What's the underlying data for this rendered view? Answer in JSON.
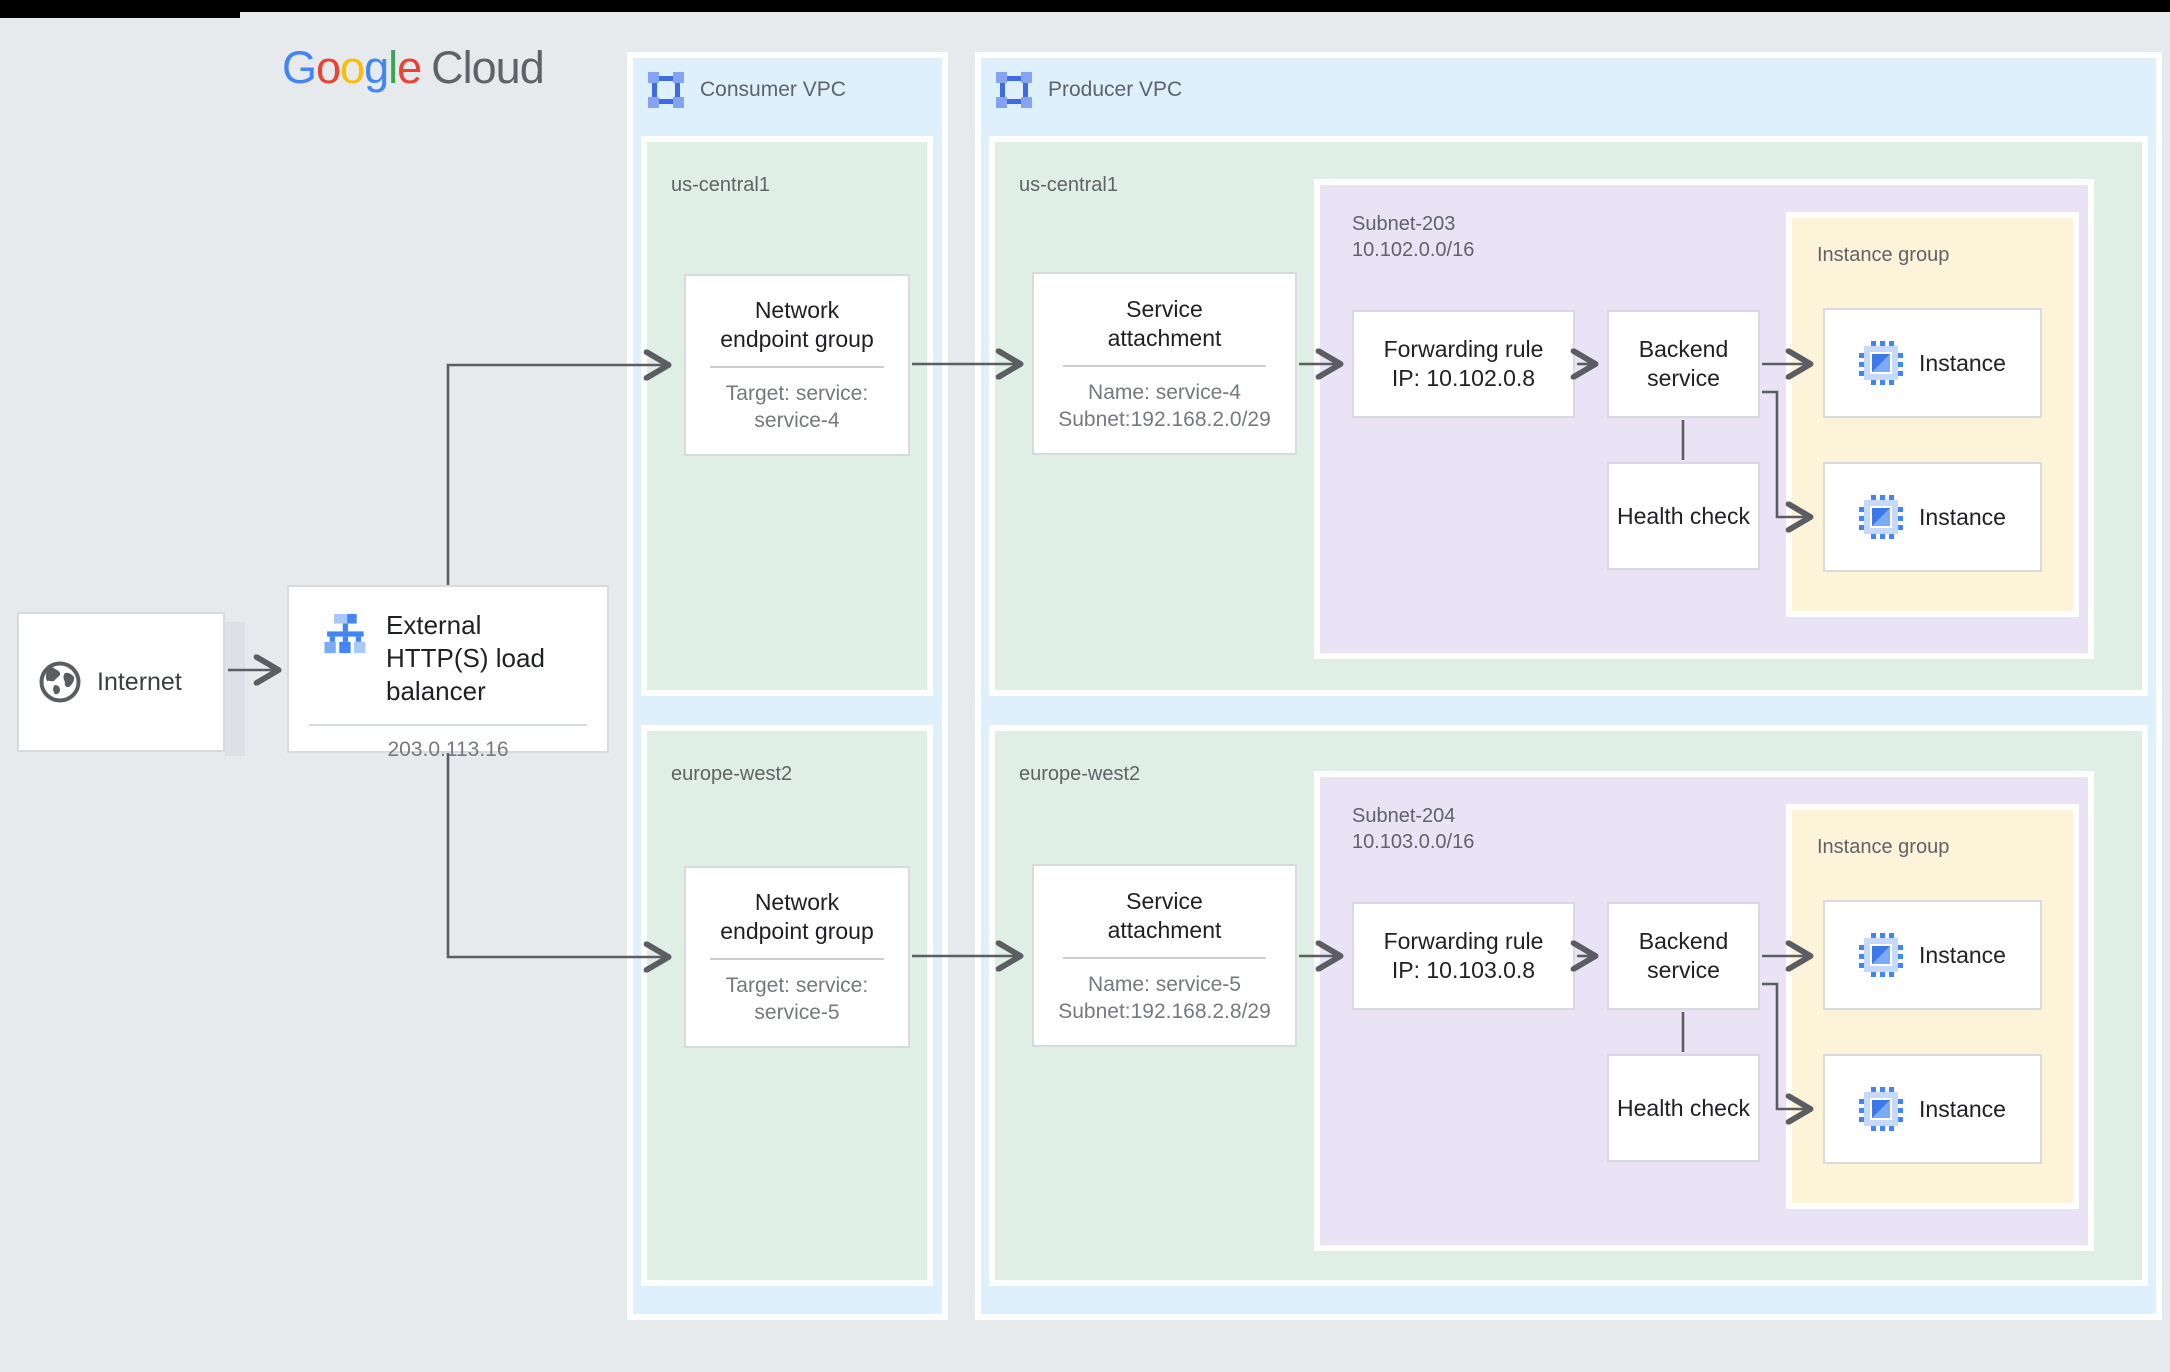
{
  "logo": {
    "letters": [
      {
        "ch": "G",
        "color": "#4285F4"
      },
      {
        "ch": "o",
        "color": "#EA4335"
      },
      {
        "ch": "o",
        "color": "#FBBC05"
      },
      {
        "ch": "g",
        "color": "#4285F4"
      },
      {
        "ch": "l",
        "color": "#34A853"
      },
      {
        "ch": "e",
        "color": "#EA4335"
      }
    ],
    "cloud": "Cloud",
    "cloud_color": "#5f6368"
  },
  "colors": {
    "background": "#e7eaed",
    "vpc_fill": "#def0fb",
    "region_fill": "#e0efe5",
    "subnet_fill": "#eae3f5",
    "instance_group_fill": "#fdf3d8",
    "connector": "#5a5e63",
    "google_blue": "#4285f4",
    "google_blue_mid": "#7baaf7",
    "google_blue_light": "#a8c7fa"
  },
  "internet": {
    "label": "Internet"
  },
  "load_balancer": {
    "title": "External HTTP(S) load balancer",
    "ip": "203.0.113.16"
  },
  "consumer_vpc": {
    "label": "Consumer VPC",
    "regions": [
      {
        "name": "us-central1",
        "neg_title": "Network endpoint group",
        "neg_target": [
          "Target: service:",
          "service-4"
        ]
      },
      {
        "name": "europe-west2",
        "neg_title": "Network endpoint group",
        "neg_target": [
          "Target: service:",
          "service-5"
        ]
      }
    ]
  },
  "producer_vpc": {
    "label": "Producer VPC",
    "regions": [
      {
        "name": "us-central1",
        "service_attachment": {
          "title": "Service attachment",
          "name_line": "Name: service-4",
          "subnet_line": "Subnet:192.168.2.0/29"
        },
        "subnet": {
          "name": "Subnet-203",
          "cidr": "10.102.0.0/16"
        },
        "forwarding_rule": {
          "title": "Forwarding rule",
          "ip_line": "IP: 10.102.0.8"
        },
        "backend_service": "Backend service",
        "health_check": "Health check",
        "instance_group": {
          "label": "Instance group",
          "instances": [
            "Instance",
            "Instance"
          ]
        }
      },
      {
        "name": "europe-west2",
        "service_attachment": {
          "title": "Service attachment",
          "name_line": "Name: service-5",
          "subnet_line": "Subnet:192.168.2.8/29"
        },
        "subnet": {
          "name": "Subnet-204",
          "cidr": "10.103.0.0/16"
        },
        "forwarding_rule": {
          "title": "Forwarding rule",
          "ip_line": "IP: 10.103.0.8"
        },
        "backend_service": "Backend service",
        "health_check": "Health check",
        "instance_group": {
          "label": "Instance group",
          "instances": [
            "Instance",
            "Instance"
          ]
        }
      }
    ]
  }
}
